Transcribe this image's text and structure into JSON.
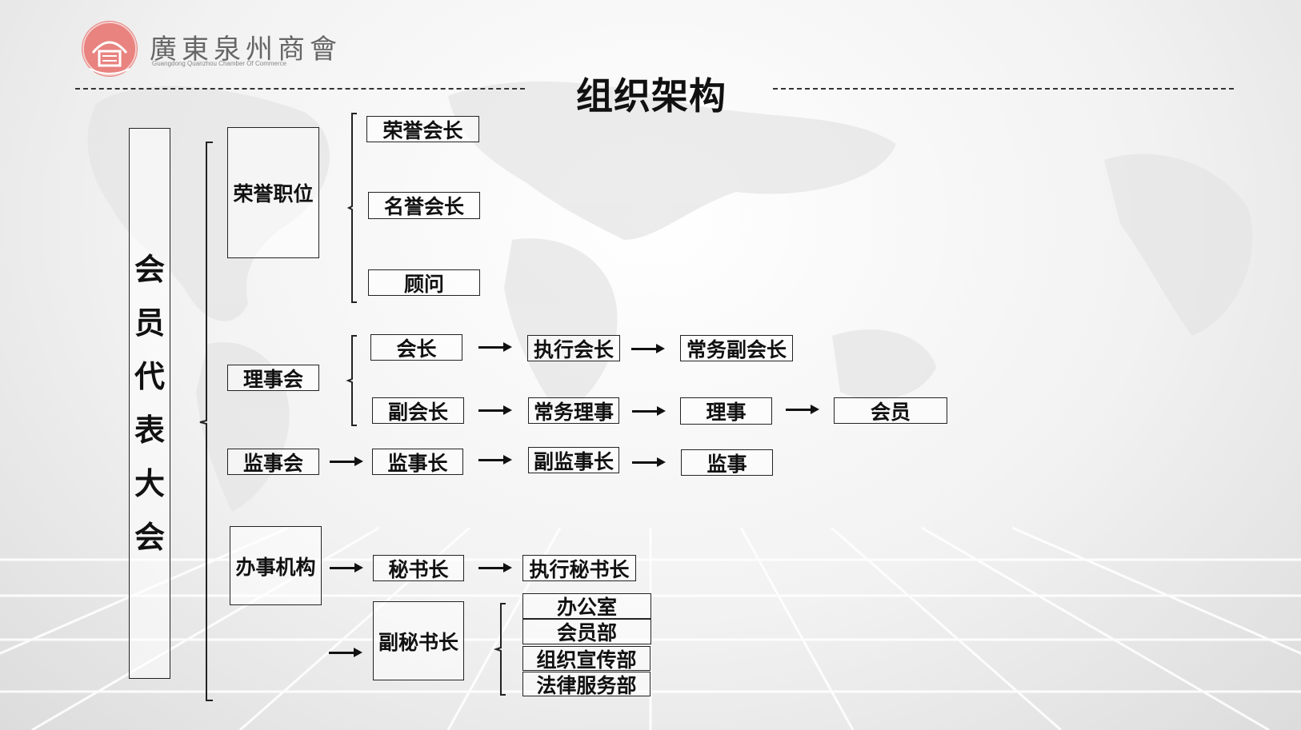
{
  "logo": {
    "name_cn": "廣東泉州商會",
    "name_en": "Guangdong Quanzhou Chamber Of Commerce"
  },
  "title": "组织架构",
  "root": {
    "label": "会员代表大会",
    "chars": [
      "会",
      "员",
      "代",
      "表",
      "大",
      "会"
    ]
  },
  "branches": {
    "honor": {
      "label": "荣誉职位",
      "items": [
        "荣誉会长",
        "名誉会长",
        "顾问"
      ]
    },
    "council": {
      "label": "理事会",
      "row1": [
        "会长",
        "执行会长",
        "常务副会长"
      ],
      "row2": [
        "副会长",
        "常务理事",
        "理事",
        "会员"
      ]
    },
    "supervisory": {
      "label": "监事会",
      "chain": [
        "监事长",
        "副监事长",
        "监事"
      ]
    },
    "office": {
      "label": "办事机构",
      "chain": [
        "秘书长",
        "执行秘书长"
      ],
      "deputy": "副秘书长",
      "departments": [
        "办公室",
        "会员部",
        "组织宣传部",
        "法律服务部"
      ]
    }
  },
  "colors": {
    "logo": "#e8837f",
    "line": "#222222"
  }
}
